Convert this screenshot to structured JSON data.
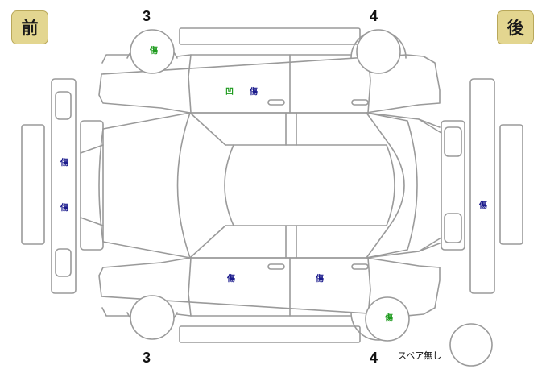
{
  "orientation": {
    "front": "前",
    "rear": "後"
  },
  "wheel_numbers": {
    "front_top": "3",
    "rear_top": "4",
    "front_bottom": "3",
    "rear_bottom": "4"
  },
  "damage_marks": {
    "front_top_wheel": "傷",
    "left_front_door_a": "凹",
    "left_front_door_b": "傷",
    "hood_upper": "傷",
    "hood_lower": "傷",
    "right_front_door": "傷",
    "right_rear_door": "傷",
    "rear_bottom_wheel": "傷",
    "rear_bumper": "傷"
  },
  "spare": {
    "label": "スペア無し"
  },
  "colors": {
    "mark_blue": "#1a1a8c",
    "mark_green": "#1c9a1c",
    "badge_fill": "#e3d690",
    "outline": "#9a9a9a"
  }
}
